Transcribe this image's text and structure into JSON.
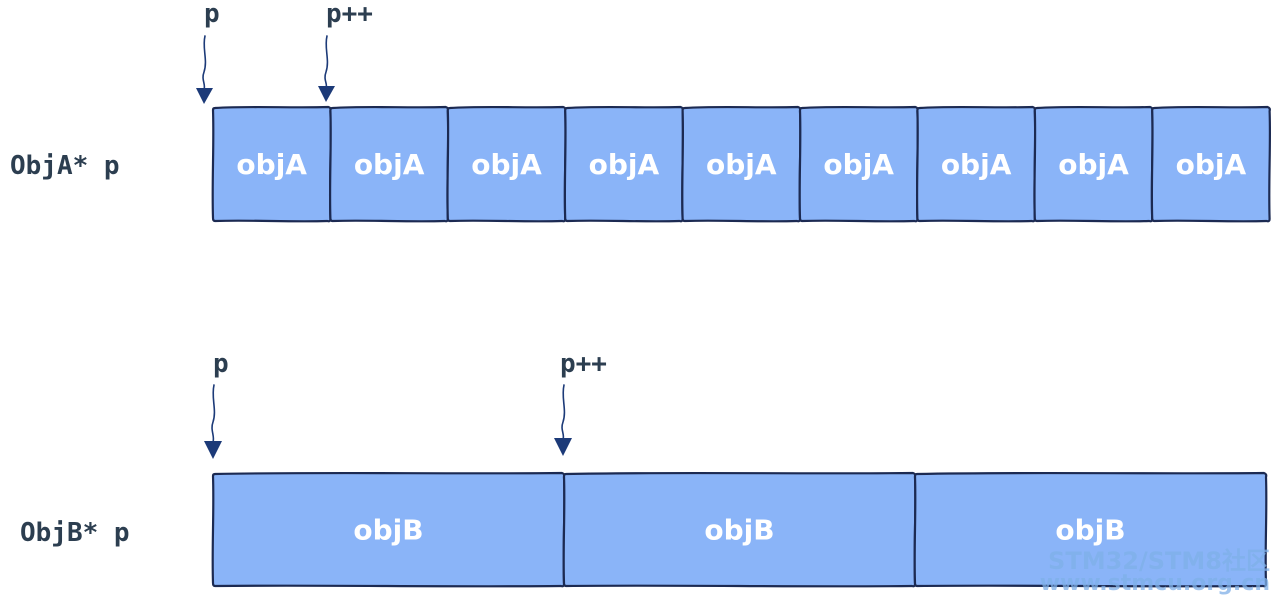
{
  "rowA": {
    "type_label": "ObjA* p",
    "pointer_start": "p",
    "pointer_next": "p++",
    "cells": [
      "objA",
      "objA",
      "objA",
      "objA",
      "objA",
      "objA",
      "objA",
      "objA",
      "objA"
    ]
  },
  "rowB": {
    "type_label": "ObjB* p",
    "pointer_start": "p",
    "pointer_next": "p++",
    "cells": [
      "objB",
      "objB",
      "objB"
    ]
  },
  "watermark": {
    "line1": "STM32/STM8社区",
    "line2": "www.stmcu.org.cn"
  },
  "colors": {
    "cell_fill": "#8ab4f8",
    "cell_stroke": "#1c2a52",
    "arrow": "#1c3a78",
    "label_text": "#2c3e50",
    "watermark": "#7fb0e8"
  }
}
